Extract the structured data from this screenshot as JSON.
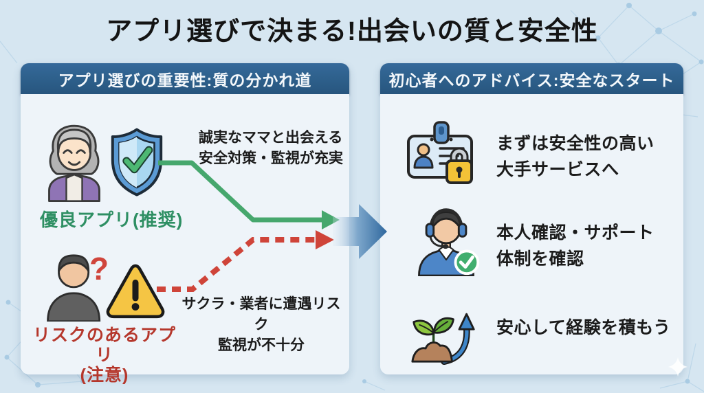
{
  "title": "アプリ選びで決まる!出会いの質と安全性",
  "left_panel": {
    "header": "アプリ選びの重要性:質の分かれ道",
    "good_app": {
      "description": [
        "誠実なママと出会える",
        "安全対策・監視が充実"
      ],
      "label": "優良アプリ(推奨)"
    },
    "risky_app": {
      "question_mark": "?",
      "description": [
        "サクラ・業者に遭遇リスク",
        "監視が不十分"
      ],
      "label_line1": "リスクのあるアプリ",
      "label_line2": "(注意)"
    }
  },
  "right_panel": {
    "header": "初心者へのアドバイス:安全なスタート",
    "items": [
      {
        "icon": "id-card-lock-icon",
        "lines": [
          "まずは安全性の高い",
          "大手サービスへ"
        ]
      },
      {
        "icon": "support-agent-check-icon",
        "lines": [
          "本人確認・サポート",
          "体制を確認"
        ]
      },
      {
        "icon": "sprout-growth-arrow-icon",
        "lines": [
          "安心して経験を積もう"
        ]
      }
    ]
  },
  "colors": {
    "background": "#d6e6f1",
    "panel_body": "#eef4f9",
    "panel_header": "#2d5f8a",
    "title_text": "#141414",
    "good_green": "#2e8f63",
    "risk_red": "#b5372c",
    "arrow_green": "#46a76d",
    "arrow_red": "#cf4439",
    "arrow_blue": "#2f689e",
    "shield_blue": "#5b9bd5",
    "warning_yellow": "#f5c544"
  }
}
